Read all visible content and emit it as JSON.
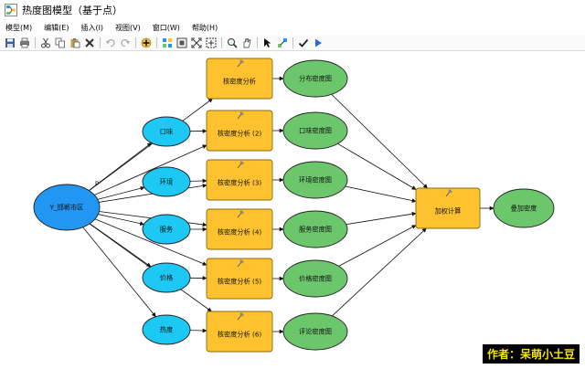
{
  "window": {
    "title": "热度图模型（基于点）"
  },
  "menu": [
    "模型(M)",
    "编辑(E)",
    "插入(I)",
    "视图(V)",
    "窗口(W)",
    "帮助(H)"
  ],
  "toolbar": {
    "icons": [
      "save-icon",
      "print-icon",
      "cut-icon",
      "copy-icon",
      "paste-icon",
      "delete-icon",
      "undo-icon",
      "redo-icon",
      "add-data-icon",
      "auto-layout-icon",
      "full-extent-icon",
      "fit-icon",
      "zoom-in-icon",
      "pan-icon",
      "select-icon",
      "connect-icon",
      "validate-icon",
      "run-icon"
    ]
  },
  "colors": {
    "input": "#2196f3",
    "variable": "#1ec8f5",
    "tool": "#fdc22e",
    "output": "#6cc76c"
  },
  "diagram": {
    "source": {
      "label": "Y_邯郸市区"
    },
    "link_label": "P",
    "variables": [
      "口味",
      "环境",
      "服务",
      "价格",
      "热度"
    ],
    "tools": [
      "核密度分析",
      "核密度分析 (2)",
      "核密度分析 (3)",
      "核密度分析 (4)",
      "核密度分析 (5)",
      "核密度分析 (6)"
    ],
    "outputs": [
      "分布密度图",
      "口味密度图",
      "环境密度图",
      "服务密度图",
      "价格密度图",
      "评论密度图"
    ],
    "weighted_tool": "加权计算",
    "final_output": "叠加密度"
  },
  "watermark": "作者：呆萌小土豆"
}
